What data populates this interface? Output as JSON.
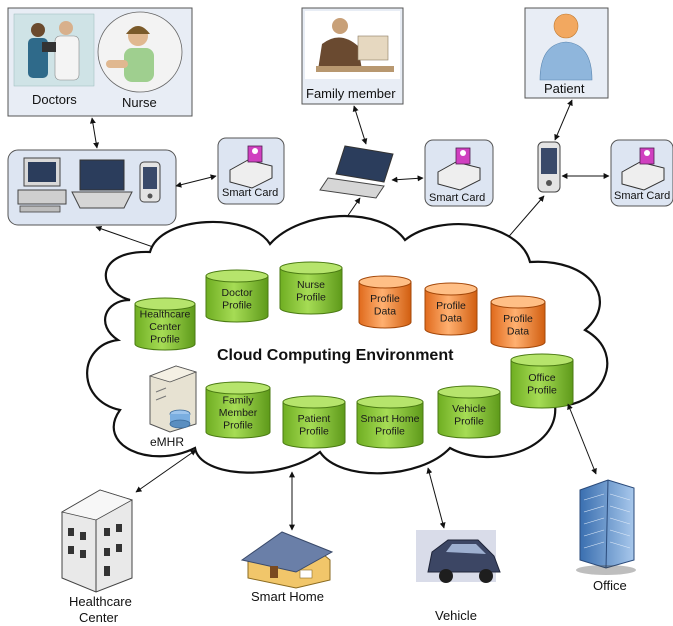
{
  "people": {
    "doctors_label": "Doctors",
    "nurse_label": "Nurse",
    "family_member_label": "Family member",
    "patient_label": "Patient"
  },
  "smart_card_label": "Smart Card",
  "smart_card_label_right": "Smart Card",
  "cloud_title": "Cloud Computing Environment",
  "emhr_label": "eMHR",
  "databases": {
    "healthcare_center_profile": [
      "Healthcare",
      "Center",
      "Profile"
    ],
    "doctor_profile": [
      "Doctor",
      "Profile"
    ],
    "nurse_profile": [
      "Nurse",
      "Profile"
    ],
    "profile_data_1": [
      "Profile",
      "Data"
    ],
    "profile_data_2": [
      "Profile",
      "Data"
    ],
    "profile_data_3": [
      "Profile",
      "Data"
    ],
    "family_member_profile": [
      "Family",
      "Member",
      "Profile"
    ],
    "patient_profile": [
      "Patient",
      "Profile"
    ],
    "smart_home_profile": [
      "Smart Home",
      "Profile"
    ],
    "vehicle_profile": [
      "Vehicle",
      "Profile"
    ],
    "office_profile": [
      "Office",
      "Profile"
    ]
  },
  "endpoints": {
    "healthcare_center_label": [
      "Healthcare",
      "Center"
    ],
    "smart_home_label": "Smart Home",
    "vehicle_label": "Vehicle",
    "office_label": "Office"
  },
  "colors": {
    "green_cylinder": "#8cc83c",
    "orange_cylinder": "#f28c3c",
    "panel_fill": "#e6ecf6",
    "device_panel_fill": "#dde5f2"
  }
}
